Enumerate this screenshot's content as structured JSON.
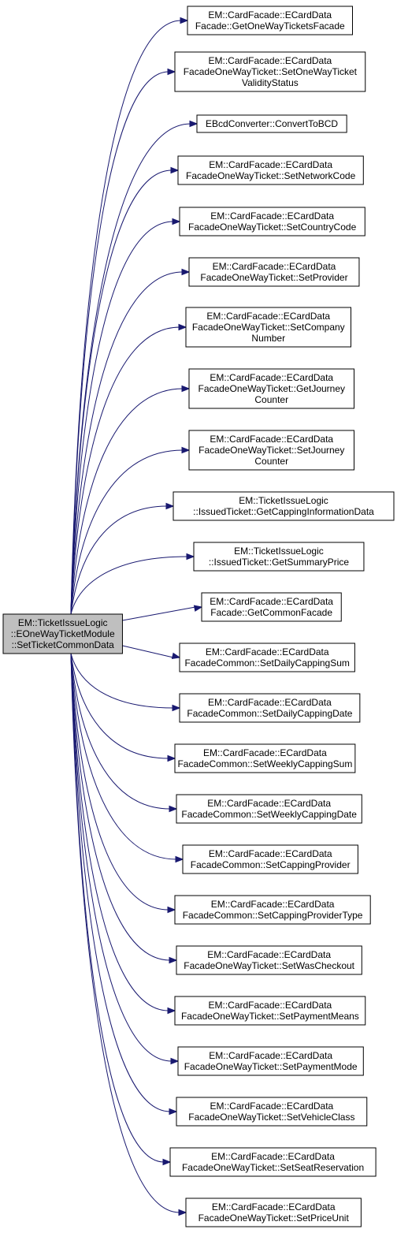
{
  "root": {
    "lines": [
      "EM::TicketIssueLogic",
      "::EOneWayTicketModule",
      "::SetTicketCommonData"
    ]
  },
  "callees": [
    {
      "lines": [
        "EM::CardFacade::ECardData",
        "Facade::GetOneWayTicketsFacade"
      ]
    },
    {
      "lines": [
        "EM::CardFacade::ECardData",
        "FacadeOneWayTicket::SetOneWayTicket",
        "ValidityStatus"
      ]
    },
    {
      "lines": [
        "EBcdConverter::ConvertToBCD"
      ]
    },
    {
      "lines": [
        "EM::CardFacade::ECardData",
        "FacadeOneWayTicket::SetNetworkCode"
      ]
    },
    {
      "lines": [
        "EM::CardFacade::ECardData",
        "FacadeOneWayTicket::SetCountryCode"
      ]
    },
    {
      "lines": [
        "EM::CardFacade::ECardData",
        "FacadeOneWayTicket::SetProvider"
      ]
    },
    {
      "lines": [
        "EM::CardFacade::ECardData",
        "FacadeOneWayTicket::SetCompany",
        "Number"
      ]
    },
    {
      "lines": [
        "EM::CardFacade::ECardData",
        "FacadeOneWayTicket::GetJourney",
        "Counter"
      ]
    },
    {
      "lines": [
        "EM::CardFacade::ECardData",
        "FacadeOneWayTicket::SetJourney",
        "Counter"
      ]
    },
    {
      "lines": [
        "EM::TicketIssueLogic",
        "::IssuedTicket::GetCappingInformationData"
      ]
    },
    {
      "lines": [
        "EM::TicketIssueLogic",
        "::IssuedTicket::GetSummaryPrice"
      ]
    },
    {
      "lines": [
        "EM::CardFacade::ECardData",
        "Facade::GetCommonFacade"
      ]
    },
    {
      "lines": [
        "EM::CardFacade::ECardData",
        "FacadeCommon::SetDailyCappingSum"
      ]
    },
    {
      "lines": [
        "EM::CardFacade::ECardData",
        "FacadeCommon::SetDailyCappingDate"
      ]
    },
    {
      "lines": [
        "EM::CardFacade::ECardData",
        "FacadeCommon::SetWeeklyCappingSum"
      ]
    },
    {
      "lines": [
        "EM::CardFacade::ECardData",
        "FacadeCommon::SetWeeklyCappingDate"
      ]
    },
    {
      "lines": [
        "EM::CardFacade::ECardData",
        "FacadeCommon::SetCappingProvider"
      ]
    },
    {
      "lines": [
        "EM::CardFacade::ECardData",
        "FacadeCommon::SetCappingProviderType"
      ]
    },
    {
      "lines": [
        "EM::CardFacade::ECardData",
        "FacadeOneWayTicket::SetWasCheckout"
      ]
    },
    {
      "lines": [
        "EM::CardFacade::ECardData",
        "FacadeOneWayTicket::SetPaymentMeans"
      ]
    },
    {
      "lines": [
        "EM::CardFacade::ECardData",
        "FacadeOneWayTicket::SetPaymentMode"
      ]
    },
    {
      "lines": [
        "EM::CardFacade::ECardData",
        "FacadeOneWayTicket::SetVehicleClass"
      ]
    },
    {
      "lines": [
        "EM::CardFacade::ECardData",
        "FacadeOneWayTicket::SetSeatReservation"
      ]
    },
    {
      "lines": [
        "EM::CardFacade::ECardData",
        "FacadeOneWayTicket::SetPriceUnit"
      ]
    }
  ],
  "colors": {
    "edge": "#191970",
    "root_fill": "#bfbfbf",
    "node_fill": "#ffffff",
    "border": "#000000"
  }
}
